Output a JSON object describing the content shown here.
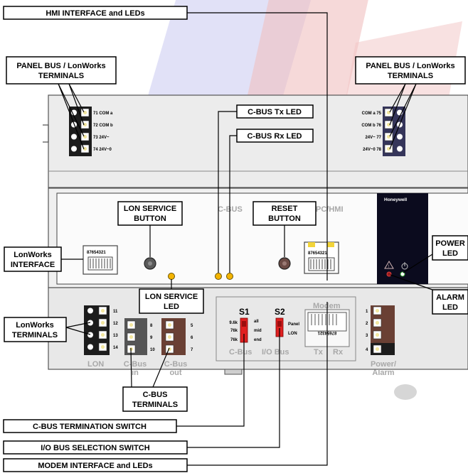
{
  "callouts": {
    "hmi_interface_leds": "HMI INTERFACE and LEDs",
    "panel_bus_left": [
      "PANEL BUS / LonWorks",
      "TERMINALS"
    ],
    "panel_bus_right": [
      "PANEL BUS / LonWorks",
      "TERMINALS"
    ],
    "cbus_tx_led": "C-BUS Tx LED",
    "cbus_rx_led": "C-BUS Rx LED",
    "lon_service_button": [
      "LON SERVICE",
      "BUTTON"
    ],
    "reset_button": [
      "RESET",
      "BUTTON"
    ],
    "lonworks_interface": [
      "LonWorks",
      "INTERFACE"
    ],
    "power_led": [
      "POWER",
      "LED"
    ],
    "lon_service_led": [
      "LON SERVICE",
      "LED"
    ],
    "alarm_led": [
      "ALARM",
      "LED"
    ],
    "lonworks_terminals": [
      "LonWorks",
      "TERMINALS"
    ],
    "cbus_terminals": [
      "C-BUS",
      "TERMINALS"
    ],
    "cbus_termination_switch": "C-BUS TERMINATION SWITCH",
    "io_bus_selection_switch": "I/O BUS SELECTION SWITCH",
    "modem_interface_leds": "MODEM INTERFACE and LEDs"
  },
  "device": {
    "brand": "Honeywell",
    "top_left_terminals": [
      "71 COM a",
      "72 COM b",
      "73 24V~",
      "74 24V~0"
    ],
    "top_right_terminals": [
      "COM a 75",
      "COM b 76",
      "24V~ 77",
      "24V~0 78"
    ],
    "section_cbus": "C-BUS",
    "section_pc_hmi": "PC/HMI",
    "rj45_left_pins": "87654321",
    "rj45_right_pins": "87654321",
    "lon_terminal_numbers": [
      "11",
      "12",
      "13",
      "14"
    ],
    "lon_label": "LON",
    "cbus_in_numbers": [
      "8",
      "9",
      "10"
    ],
    "cbus_in_label": [
      "C-Bus",
      "in"
    ],
    "cbus_out_numbers": [
      "5",
      "6",
      "7"
    ],
    "cbus_out_label": [
      "C-Bus",
      "out"
    ],
    "switch_s1": "S1",
    "switch_s1_options": [
      "9.6k",
      "76k",
      "76k",
      "all",
      "mid",
      "end"
    ],
    "switch_s2": "S2",
    "switch_s2_options": [
      "Panel",
      "LON"
    ],
    "cbus_bottom": "C-Bus",
    "io_bus_bottom": "I/O Bus",
    "modem": "Modem",
    "modem_pins": "87654321",
    "tx": "Tx",
    "rx": "Rx",
    "power_terminal_numbers": [
      "1",
      "2",
      "3",
      "4"
    ],
    "power_alarm_label": [
      "Power/",
      "Alarm"
    ]
  },
  "icons": {
    "power": "power-icon",
    "alarm": "warning-triangle-icon"
  },
  "colors": {
    "watermark_red": "#f0c2c2",
    "watermark_blue": "#c7c7ef",
    "switch_red": "#e02020",
    "led_yellow": "#f4b400",
    "modem_screw": "#6a4034"
  }
}
